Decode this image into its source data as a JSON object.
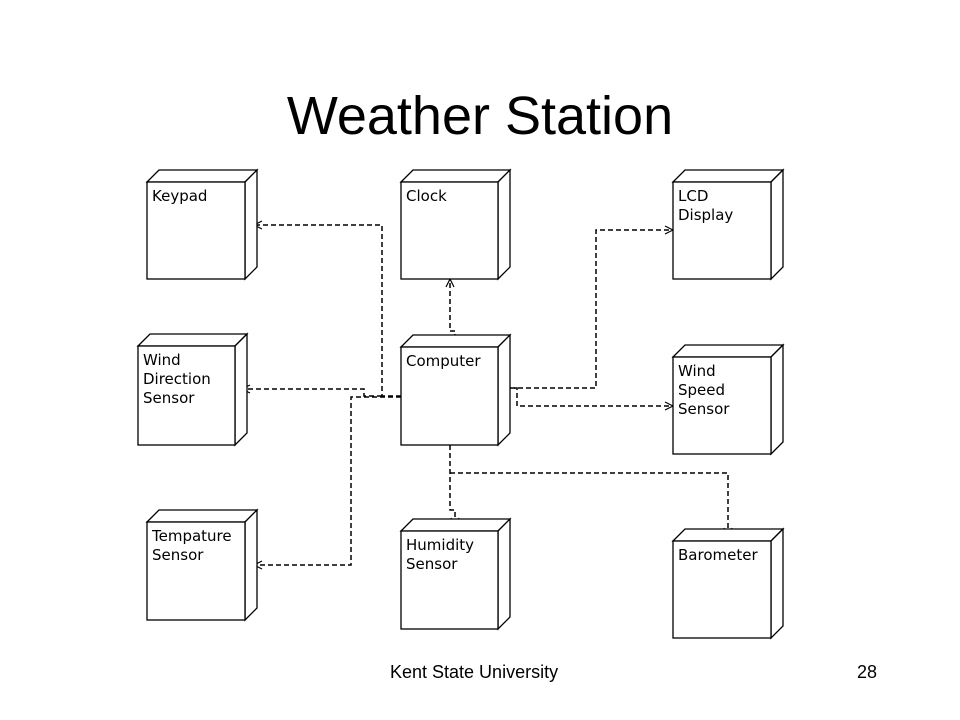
{
  "slide": {
    "title": "Weather Station",
    "footer_left": "Kent State University",
    "page_number": "28"
  },
  "nodes": [
    {
      "id": "keypad",
      "lines": [
        "Keypad"
      ]
    },
    {
      "id": "clock",
      "lines": [
        "Clock"
      ]
    },
    {
      "id": "lcd-display",
      "lines": [
        "LCD",
        "Display"
      ]
    },
    {
      "id": "wind-direction-sensor",
      "lines": [
        "Wind",
        "Direction",
        "Sensor"
      ]
    },
    {
      "id": "computer",
      "lines": [
        "Computer"
      ]
    },
    {
      "id": "wind-speed-sensor",
      "lines": [
        "Wind",
        "Speed",
        "Sensor"
      ]
    },
    {
      "id": "tempature-sensor",
      "lines": [
        "Tempature",
        "Sensor"
      ]
    },
    {
      "id": "humidity-sensor",
      "lines": [
        "Humidity",
        "Sensor"
      ]
    },
    {
      "id": "barometer",
      "lines": [
        "Barometer"
      ]
    }
  ],
  "edges": [
    {
      "from": "computer",
      "to": "keypad"
    },
    {
      "from": "computer",
      "to": "clock"
    },
    {
      "from": "computer",
      "to": "lcd-display"
    },
    {
      "from": "computer",
      "to": "wind-direction-sensor"
    },
    {
      "from": "computer",
      "to": "wind-speed-sensor"
    },
    {
      "from": "computer",
      "to": "tempature-sensor"
    },
    {
      "from": "computer",
      "to": "humidity-sensor"
    },
    {
      "from": "computer",
      "to": "barometer"
    }
  ],
  "colors": {
    "line": "#000000",
    "box_fill": "#ffffff",
    "background": "#ffffff"
  }
}
